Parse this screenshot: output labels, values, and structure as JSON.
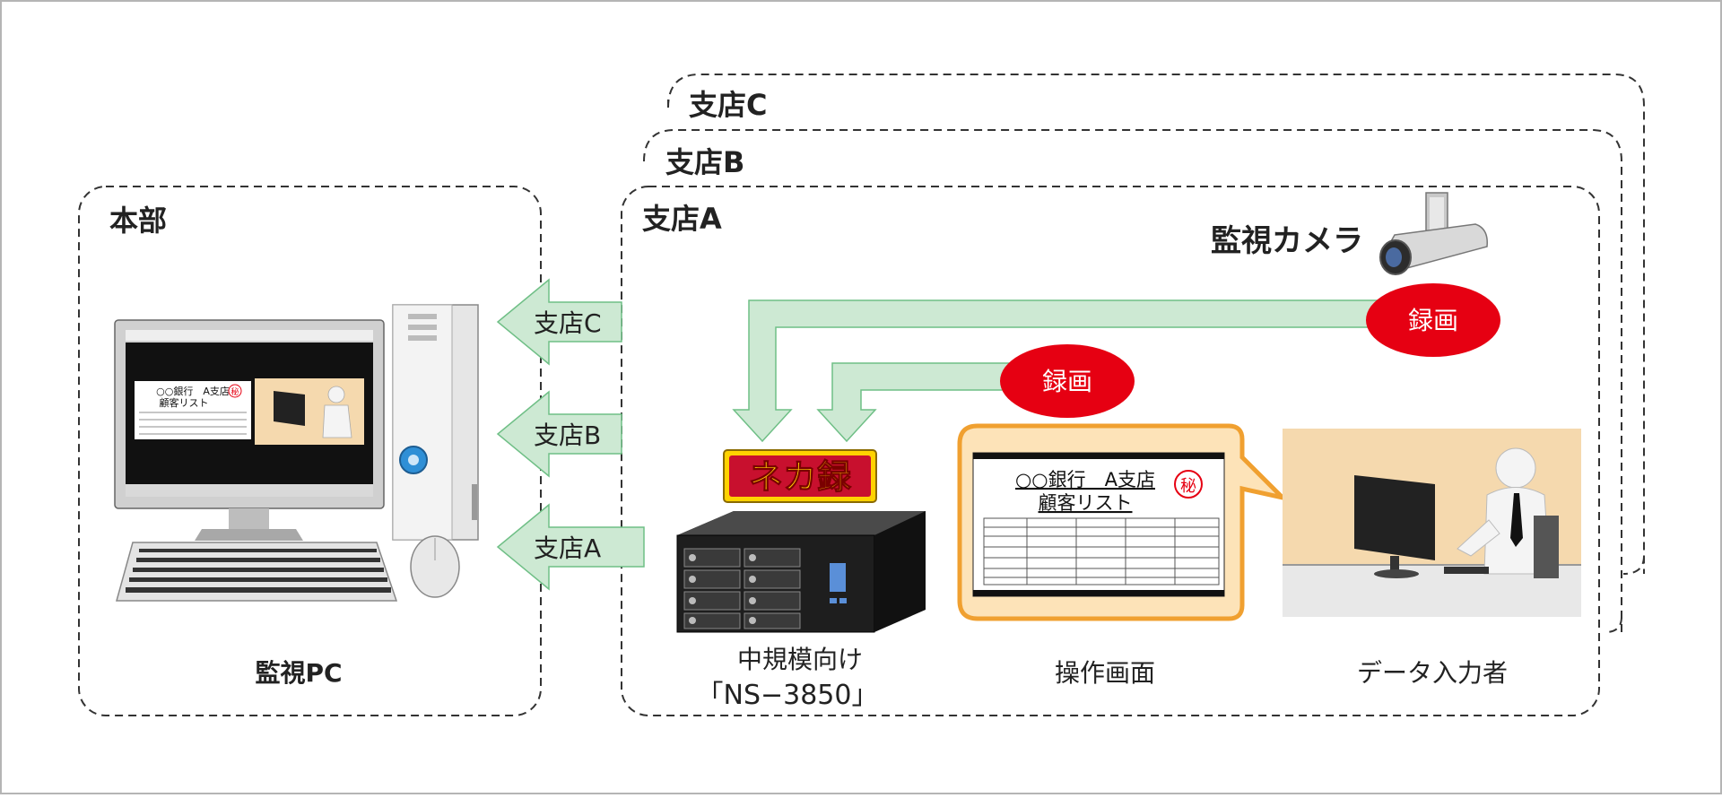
{
  "headquarters": {
    "label": "本部",
    "pc_label": "監視PC"
  },
  "branches": [
    {
      "label": "支店C"
    },
    {
      "label": "支店B"
    },
    {
      "label": "支店A"
    }
  ],
  "transfer_arrows": [
    {
      "label": "支店C"
    },
    {
      "label": "支店B"
    },
    {
      "label": "支店A"
    }
  ],
  "camera": {
    "label": "監視カメラ"
  },
  "recording_badges": [
    {
      "label": "録画"
    },
    {
      "label": "録画"
    }
  ],
  "product": {
    "logo_text": "ネカ録",
    "caption_line1": "中規模向け",
    "caption_line2": "「NS−3850」"
  },
  "screen_doc": {
    "title": "○○銀行　A支店",
    "subtitle": "顧客リスト",
    "stamp": "秘",
    "caption": "操作画面"
  },
  "monitor_doc": {
    "title": "○○銀行　A支店",
    "subtitle": "顧客リスト",
    "stamp": "秘"
  },
  "operator": {
    "caption": "データ入力者"
  },
  "colors": {
    "arrow_fill": "#cde9d3",
    "arrow_stroke": "#6fbf86",
    "record_red": "#e60012",
    "callout_orange": "#f0a030",
    "callout_bg": "#fde3b8",
    "scene_bg": "#f5d9ae",
    "logo_red": "#c8102e",
    "logo_yellow": "#ffd200"
  }
}
